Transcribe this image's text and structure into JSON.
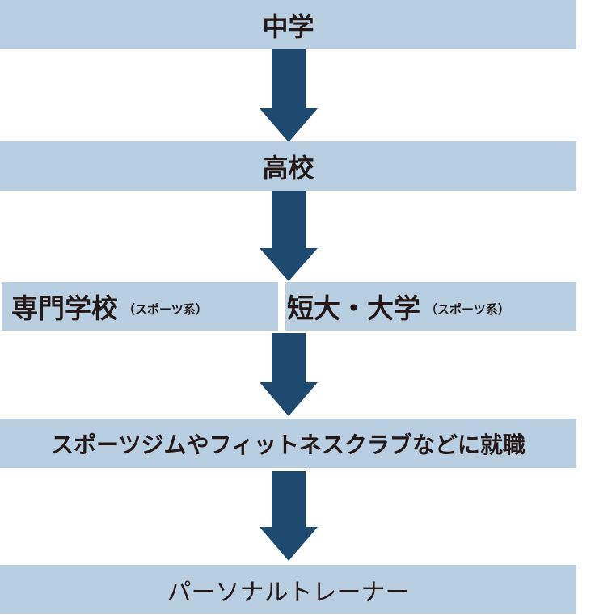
{
  "diagram": {
    "title": "Career path to personal trainer",
    "colors": {
      "box_fill": "#b8cfe2",
      "arrow": "#1e4a70",
      "text": "#231815"
    },
    "steps": [
      {
        "label": "中学"
      },
      {
        "label": "高校"
      },
      {
        "options": [
          {
            "label": "専門学校",
            "note": "（スポーツ系）"
          },
          {
            "label": "短大・大学",
            "note": "（スポーツ系）"
          }
        ]
      },
      {
        "label": "スポーツジムやフィットネスクラブなどに就職"
      },
      {
        "label": "パーソナルトレーナー"
      }
    ],
    "arrows": [
      "down",
      "down",
      "down",
      "down"
    ]
  }
}
